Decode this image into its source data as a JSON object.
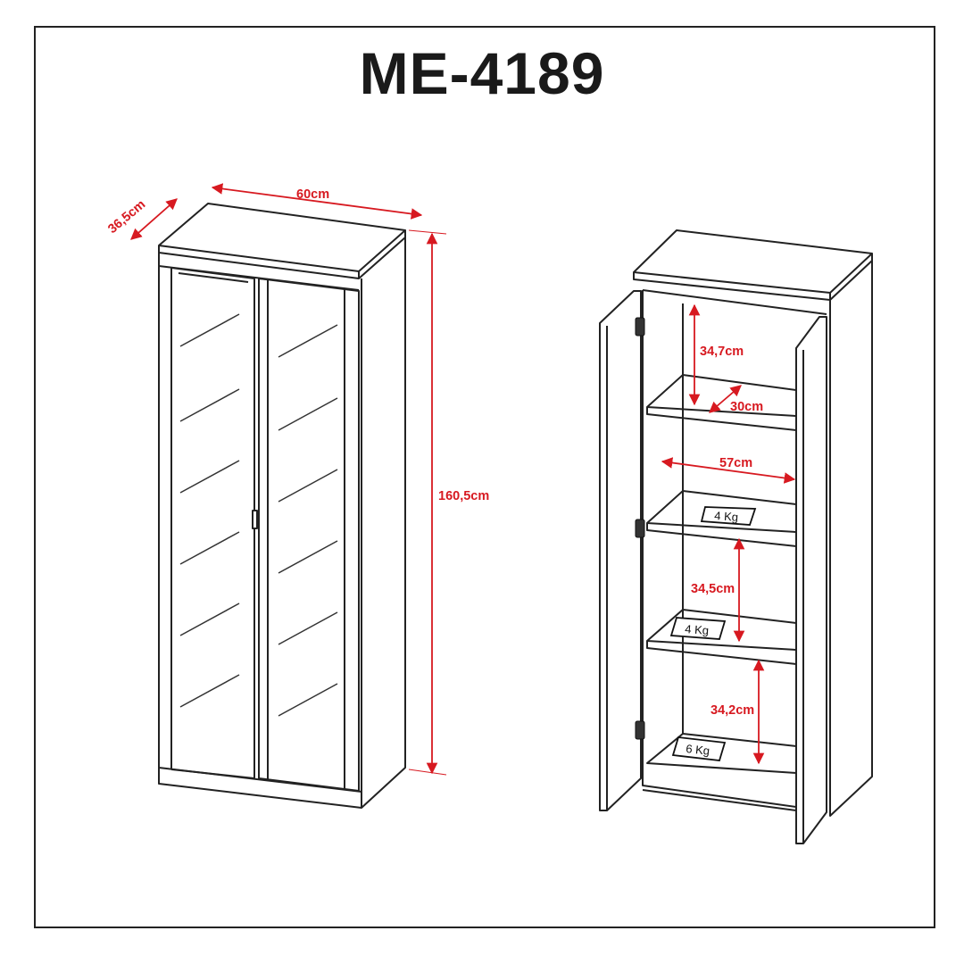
{
  "title": "ME-4189",
  "colors": {
    "dimension": "#d71920",
    "line": "#222222"
  },
  "closed_view": {
    "width": "60cm",
    "depth": "36,5cm",
    "height": "160,5cm"
  },
  "open_view": {
    "top_gap": "34,7cm",
    "shelf_depth": "30cm",
    "inner_width": "57cm",
    "middle_gap": "34,5cm",
    "bottom_gap": "34,2cm",
    "load_shelf_1": "4 Kg",
    "load_shelf_2": "4 Kg",
    "load_bottom": "6 Kg"
  }
}
